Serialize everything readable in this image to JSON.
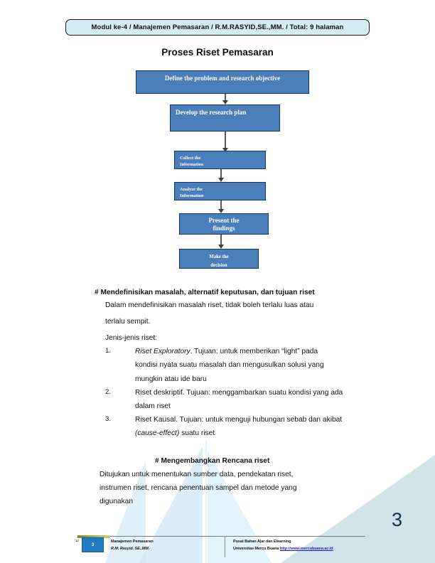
{
  "header": {
    "banner_text": "Modul ke-4 / Manajemen Pemasaran / R.M.RASYID,SE.,MM. / Total: 9 halaman",
    "banner_fill": "#d3eef3",
    "banner_border": "#1a1a1a"
  },
  "title": "Proses Riset Pemasaran",
  "flowchart": {
    "box_fill": "#4a7ebb",
    "box_border": "#17365d",
    "box_text_color": "#ffffff",
    "arrow_color": "#595959",
    "steps": [
      {
        "label": "Define the problem and research objective",
        "align": "center"
      },
      {
        "label": "Develop the research plan",
        "align": "left"
      },
      {
        "label": "Collect the Information",
        "align": "left"
      },
      {
        "label": "Analyze the Information",
        "align": "left"
      },
      {
        "label": "Present the findings",
        "align": "center"
      },
      {
        "label": "Make the decision",
        "align": "center"
      }
    ]
  },
  "section_one": {
    "heading": "# Mendefinisikan masalah, alternatif keputusan, dan tujuan riset",
    "paragraph_lines": [
      "Dalam mendefinisikan masalah riset, tidak boleh terlalu luas atau",
      "terlalu sempit."
    ],
    "list_intro": "Jenis-jenis riset:",
    "items": [
      {
        "number": "1.",
        "lead_italic": "Riset Exploratory",
        "lead_rest": ". Tujuan: untuk memberikan “light” pada",
        "lines": [
          "kondisi nyata suatu masalah dan mengusulkan solusi yang",
          "mungkin atau ide baru"
        ]
      },
      {
        "number": "2.",
        "lead_italic": "",
        "lead_rest": "Riset deskriptif. Tujuan: menggambarkan suatu kondisi yang ada",
        "lines": [
          "dalam riset"
        ]
      },
      {
        "number": "3.",
        "lead_italic": "",
        "lead_rest": "Riset Kausal. Tujuan: untuk menguji hubungan sebab dan akibat",
        "lines": [],
        "tail_italic": "(cause-effect)",
        "tail_rest": " suatu riset"
      }
    ]
  },
  "section_two": {
    "heading": "# Mengembangkan Rencana riset",
    "paragraph_lines": [
      "Ditujukan untuk menentukan sumber data, pendekatan riset,",
      "instrumen riset, rencana penentuan sampel dan metode yang",
      "digunakan"
    ]
  },
  "page_number": "3",
  "footer": {
    "logo_text": "3",
    "logo_side_label": "'12",
    "left_line1": "Manajemen Pemasaran",
    "left_line2": "R.M. Rasyid, SE.,MM.",
    "right_line1": "Pusat Bahan Ajar dan Elearning",
    "right_line2_prefix": "Universitas Mercu Buana ",
    "right_line2_link": "http://www.mercubuana.ac.id"
  },
  "decor": {
    "sail_color": "#cfe7f2",
    "corner_triangle_color": "#cfe3e9"
  }
}
